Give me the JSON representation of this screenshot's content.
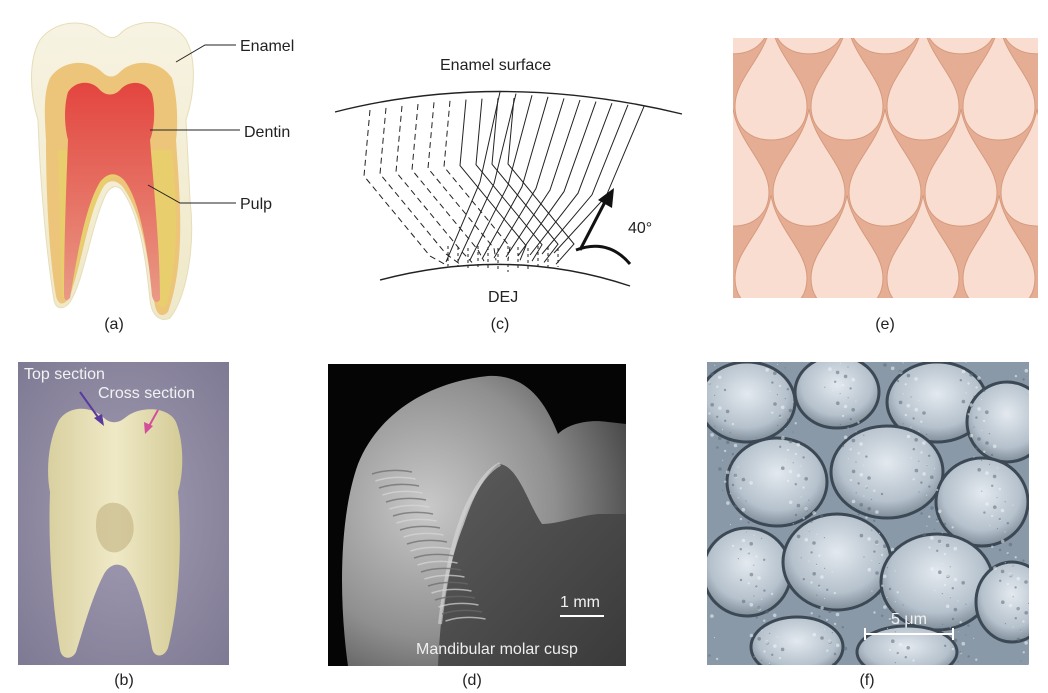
{
  "panels": {
    "a": {
      "sublabel": "(a)",
      "callouts": {
        "enamel": "Enamel",
        "dentin": "Dentin",
        "pulp": "Pulp"
      },
      "colors": {
        "enamel": "#f3efd9",
        "dentin": "#ecc57a",
        "pulp": "#e05a55",
        "root": "#e8cf6a"
      }
    },
    "b": {
      "sublabel": "(b)",
      "labels": {
        "top": "Top section",
        "cross": "Cross section"
      },
      "colors": {
        "background": "#8f8aa3",
        "tooth": "#e9e2b8",
        "arrow_top": "#5b3a9e",
        "arrow_cross": "#d24f9a"
      }
    },
    "c": {
      "sublabel": "(c)",
      "labels": {
        "surface": "Enamel surface",
        "dej": "DEJ",
        "angle": "40°"
      }
    },
    "d": {
      "sublabel": "(d)",
      "labels": {
        "scale": "1 mm",
        "caption": "Mandibular molar cusp"
      }
    },
    "e": {
      "sublabel": "(e)",
      "colors": {
        "background": "#e5ae94",
        "cell": "#f9ddd0"
      }
    },
    "f": {
      "sublabel": "(f)",
      "labels": {
        "scale": "5 μm"
      },
      "colors": {
        "background": "#8a99a8",
        "crystal": "#d7e0e9"
      }
    }
  }
}
